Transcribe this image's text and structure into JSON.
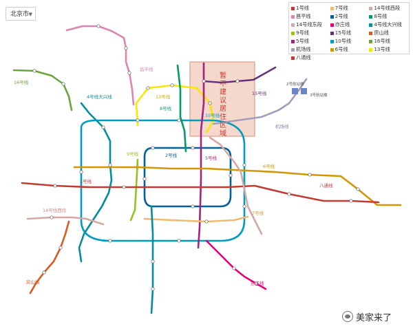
{
  "city_selector": {
    "label": "北京市"
  },
  "legend": [
    {
      "name": "1号线",
      "color": "#c23a30"
    },
    {
      "name": "7号线",
      "color": "#f2b96e"
    },
    {
      "name": "14号线西段",
      "color": "#d4a7a3"
    },
    {
      "name": "昌平线",
      "color": "#de82b2"
    },
    {
      "name": "2号线",
      "color": "#006098"
    },
    {
      "name": "8号线",
      "color": "#009b6b"
    },
    {
      "name": "14号线东段",
      "color": "#d4a7a3"
    },
    {
      "name": "亦庄线",
      "color": "#e40077"
    },
    {
      "name": "4号线大兴线",
      "color": "#008e9c"
    },
    {
      "name": "9号线",
      "color": "#8fc31f"
    },
    {
      "name": "15号线",
      "color": "#653279"
    },
    {
      "name": "房山线",
      "color": "#d75a1e"
    },
    {
      "name": "5号线",
      "color": "#a6217f"
    },
    {
      "name": "10号线",
      "color": "#009bc0"
    },
    {
      "name": "16号线",
      "color": "#6ba539"
    },
    {
      "name": "机场线",
      "color": "#a29bbb"
    },
    {
      "name": "6号线",
      "color": "#d29700"
    },
    {
      "name": "13号线",
      "color": "#f9e700"
    },
    {
      "name": "八通线",
      "color": "#c23a30"
    }
  ],
  "overlay": {
    "text": "暂不建议居住区域"
  },
  "line_labels": {
    "changping": "昌平线",
    "line16": "16号线",
    "line4": "4号线大兴线",
    "line13": "13号线",
    "line10": "10号线",
    "line8": "8号线",
    "line5": "5号线",
    "line15": "15号线",
    "line2": "2号线",
    "line9": "9号线",
    "line6": "6号线",
    "line1": "1号线",
    "batong": "八通线",
    "line14w": "14号线西段",
    "line7": "7号线",
    "fangshan": "房山线",
    "yizhuang": "亦庄线",
    "airport": "机场线",
    "t2": "2号航站楼",
    "t3": "3号航站楼"
  },
  "watermark": {
    "text": "美家来了"
  }
}
